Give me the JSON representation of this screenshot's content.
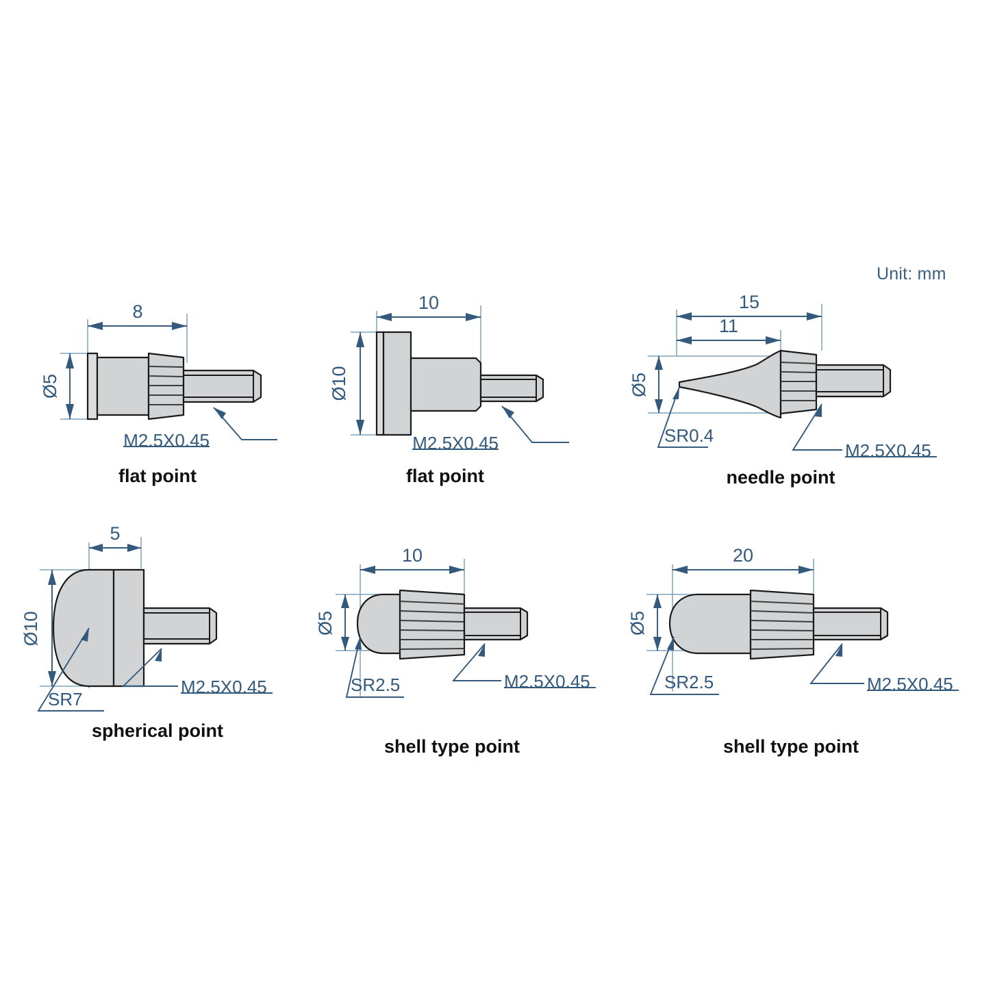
{
  "sheet": {
    "unit_note": "Unit: mm",
    "background_color": "#ffffff",
    "line_color": "#33597c",
    "metal_fill": "#d2d3d4",
    "outline_color": "#1a1a1a"
  },
  "figures": [
    {
      "id": "flat-point-8",
      "caption": "flat point",
      "length_label": "8",
      "diameter_label": "Ø5",
      "thread_label": "M2.5X0.45",
      "radius_label": ""
    },
    {
      "id": "flat-point-10",
      "caption": "flat point",
      "length_label": "10",
      "diameter_label": "Ø10",
      "thread_label": "M2.5X0.45",
      "radius_label": ""
    },
    {
      "id": "needle-point",
      "caption": "needle point",
      "length_label": "15",
      "length_label_2": "11",
      "diameter_label": "Ø5",
      "thread_label": "M2.5X0.45",
      "radius_label": "SR0.4"
    },
    {
      "id": "spherical-point",
      "caption": "spherical point",
      "length_label": "5",
      "diameter_label": "Ø10",
      "thread_label": "M2.5X0.45",
      "radius_label": "SR7"
    },
    {
      "id": "shell-type-point-10",
      "caption": "shell type point",
      "length_label": "10",
      "diameter_label": "Ø5",
      "thread_label": "M2.5X0.45",
      "radius_label": "SR2.5"
    },
    {
      "id": "shell-type-point-20",
      "caption": "shell type point",
      "length_label": "20",
      "diameter_label": "Ø5",
      "thread_label": "M2.5X0.45",
      "radius_label": "SR2.5"
    }
  ]
}
